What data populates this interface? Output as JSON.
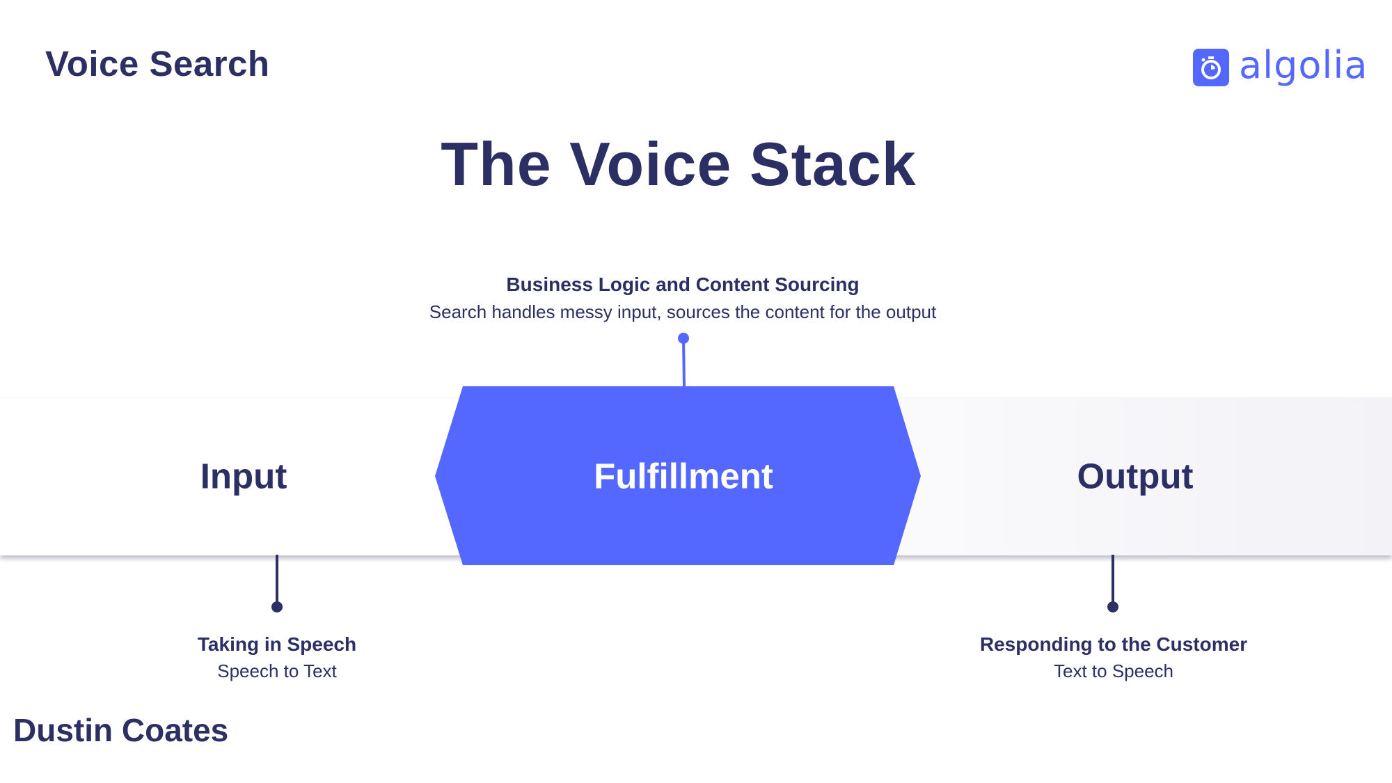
{
  "header": {
    "title": "Voice Search",
    "logo_text": "algolia",
    "logo_icon": "stopwatch-icon"
  },
  "title": "The Voice Stack",
  "stages": {
    "input": {
      "label": "Input",
      "heading": "Taking in Speech",
      "sub": "Speech to Text"
    },
    "fulfillment": {
      "label": "Fulfillment",
      "heading": "Business Logic and Content Sourcing",
      "sub": "Search handles messy input, sources the content for the output"
    },
    "output": {
      "label": "Output",
      "heading": "Responding to the Customer",
      "sub": "Text to Speech"
    }
  },
  "author": "Dustin Coates",
  "colors": {
    "navy": "#2b2f63",
    "accent": "#5468ff"
  }
}
